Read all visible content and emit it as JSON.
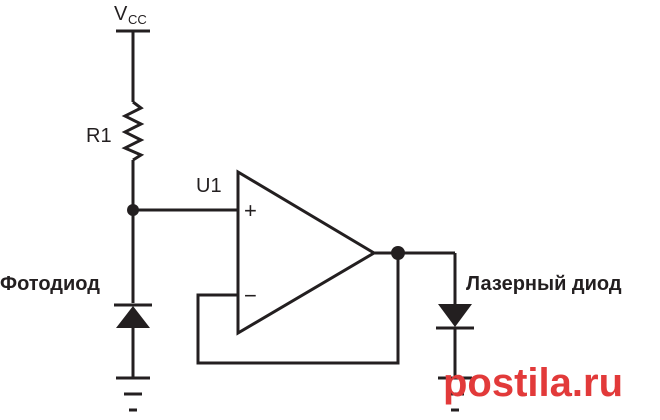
{
  "labels": {
    "vcc_main": "V",
    "vcc_sub": "CC",
    "r1": "R1",
    "u1": "U1",
    "plus": "+",
    "minus": "−",
    "photodiode": "Фотодиод",
    "laser_diode": "Лазерный диод"
  },
  "watermark": {
    "text": "postila.ru",
    "color": "#e23a3a"
  },
  "colors": {
    "line": "#231f20",
    "background": "#ffffff"
  }
}
